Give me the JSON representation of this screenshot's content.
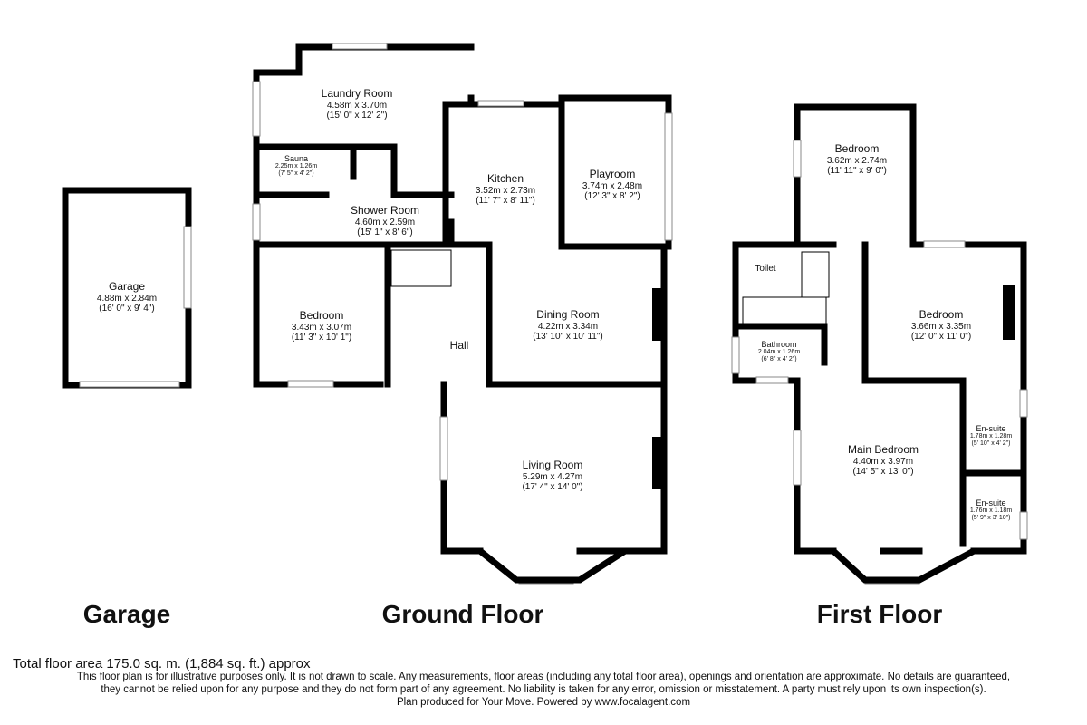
{
  "floors": {
    "garage": {
      "title": "Garage",
      "rooms": [
        {
          "name": "Garage",
          "metric": "4.88m x 2.84m",
          "imperial": "(16' 0\" x 9' 4\")"
        }
      ]
    },
    "ground": {
      "title": "Ground Floor",
      "rooms": [
        {
          "name": "Laundry Room",
          "metric": "4.58m x 3.70m",
          "imperial": "(15' 0\" x 12' 2\")"
        },
        {
          "name": "Sauna",
          "metric": "2.25m x 1.26m",
          "imperial": "(7' 5\" x 4' 2\")"
        },
        {
          "name": "Shower Room",
          "metric": "4.60m x 2.59m",
          "imperial": "(15' 1\" x 8' 6\")"
        },
        {
          "name": "Kitchen",
          "metric": "3.52m x 2.73m",
          "imperial": "(11' 7\" x 8' 11\")"
        },
        {
          "name": "Playroom",
          "metric": "3.74m x 2.48m",
          "imperial": "(12' 3\" x 8' 2\")"
        },
        {
          "name": "Bedroom",
          "metric": "3.43m x 3.07m",
          "imperial": "(11' 3\" x 10' 1\")"
        },
        {
          "name": "Hall"
        },
        {
          "name": "Dining Room",
          "metric": "4.22m x 3.34m",
          "imperial": "(13' 10\" x 10' 11\")"
        },
        {
          "name": "Living Room",
          "metric": "5.29m x 4.27m",
          "imperial": "(17' 4\" x 14' 0\")"
        }
      ]
    },
    "first": {
      "title": "First Floor",
      "rooms": [
        {
          "name": "Bedroom",
          "metric": "3.62m x 2.74m",
          "imperial": "(11' 11\" x 9' 0\")"
        },
        {
          "name": "Toilet"
        },
        {
          "name": "Bedroom",
          "metric": "3.66m x 3.35m",
          "imperial": "(12' 0\" x 11' 0\")"
        },
        {
          "name": "Bathroom",
          "metric": "2.04m x 1.26m",
          "imperial": "(6' 8\" x 4' 2\")"
        },
        {
          "name": "Main Bedroom",
          "metric": "4.40m x 3.97m",
          "imperial": "(14' 5\" x 13' 0\")"
        },
        {
          "name": "En-suite",
          "metric": "1.78m x 1.28m",
          "imperial": "(5' 10\" x 4' 2\")"
        },
        {
          "name": "En-suite",
          "metric": "1.76m x 1.18m",
          "imperial": "(5' 9\" x 3' 10\")"
        }
      ]
    }
  },
  "footer": {
    "total": "Total floor area 175.0 sq. m. (1,884 sq. ft.) approx",
    "disclaimer_1": "This floor plan is for illustrative purposes only. It is not drawn to scale. Any measurements, floor areas (including any total floor area), openings and orientation are approximate. No details are guaranteed,",
    "disclaimer_2": "they cannot be relied upon for any purpose and they do not form part of any agreement. No liability is taken for any error, omission or misstatement. A party must rely upon its own inspection(s).",
    "credit": "Plan produced for Your Move. Powered by www.focalagent.com"
  }
}
